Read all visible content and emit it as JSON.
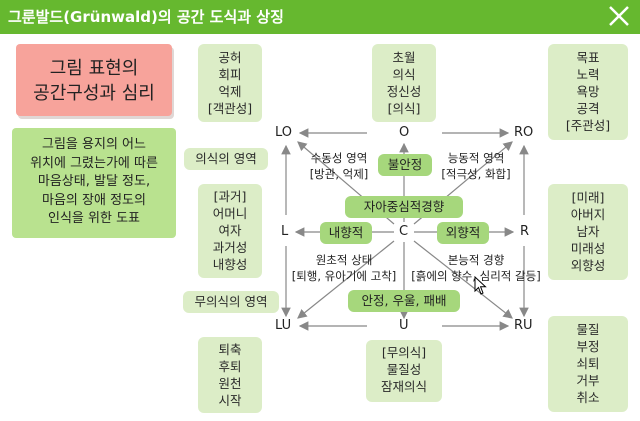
{
  "header": {
    "title": "그룬발드(Grünwald)의 공간 도식과 상징",
    "close_icon": "close-icon"
  },
  "title_box": {
    "lines": [
      "그림 표현의",
      "공간구성과 심리"
    ]
  },
  "desc_box": {
    "lines": [
      "그림을 용지의 어느",
      "위치에 그렸는가에 따른",
      "마음상태, 발달 정도,",
      "마음의 장애 정도의",
      "인식을 위한 도표"
    ]
  },
  "points": {
    "LO": "LO",
    "O": "O",
    "RO": "RO",
    "L": "L",
    "C": "C",
    "R": "R",
    "LU": "LU",
    "U": "U",
    "RU": "RU"
  },
  "boxes": {
    "top_left": [
      "공허",
      "회피",
      "억제",
      "[객관성]"
    ],
    "top_center": [
      "초월",
      "의식",
      "정신성",
      "[의식]"
    ],
    "top_right": [
      "목표",
      "노력",
      "욕망",
      "공격",
      "[주관성]"
    ],
    "conscious_area": [
      "의식의 영역"
    ],
    "mid_left": [
      "[과거]",
      "어머니",
      "여자",
      "과거성",
      "내향성"
    ],
    "mid_right": [
      "[미래]",
      "아버지",
      "남자",
      "미래성",
      "외향성"
    ],
    "unconscious_area": [
      "무의식의 영역"
    ],
    "bottom_left": [
      "퇴축",
      "후퇴",
      "원천",
      "시작"
    ],
    "bottom_center": [
      "[무의식]",
      "물질성",
      "잠재의식"
    ],
    "bottom_right": [
      "물질",
      "부정",
      "쇠퇴",
      "거부",
      "취소"
    ]
  },
  "pills": {
    "anxiety": "불안정",
    "narcissism": "자아중심적경향",
    "introvert": "내향적",
    "extrovert": "외향적",
    "stability": "안정, 우울, 패배"
  },
  "annotations": {
    "passive": [
      "수동성 영역",
      "[방관, 억제]"
    ],
    "active": [
      "능동적 영역",
      "[적극성, 화합]"
    ],
    "primitive": [
      "원초적 상태",
      "[퇴행, 유아기에 고착]"
    ],
    "instinct": [
      "본능적 경향",
      "[흙에의 향수, 심리적 갈등]"
    ]
  },
  "colors": {
    "header": "#66b82f",
    "box": "#dcedc7",
    "pill": "#a6d77c",
    "title_box": "#f7a39b",
    "desc_box": "#b9e28f",
    "arrow": "#888888"
  }
}
